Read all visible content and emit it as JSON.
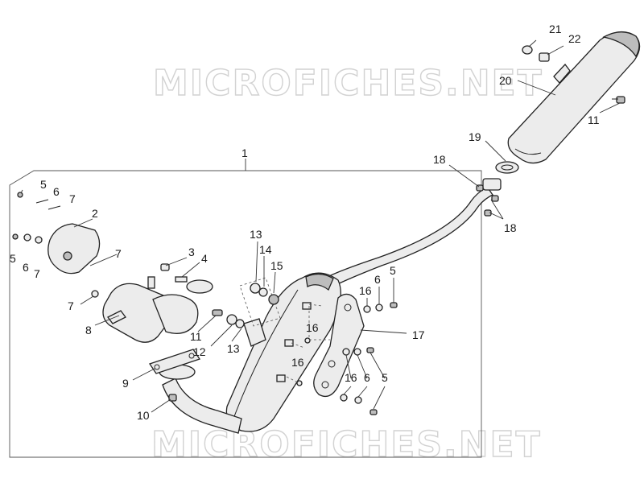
{
  "watermark_top": "MICROFICHES.NET",
  "watermark_bottom": "MICROFICHES.NET",
  "callouts": {
    "c1": "1",
    "c2": "2",
    "c3": "3",
    "c4": "4",
    "c5a": "5",
    "c5b": "5",
    "c5c": "5",
    "c5d": "5",
    "c6a": "6",
    "c6b": "6",
    "c6c": "6",
    "c6d": "6",
    "c7a": "7",
    "c7b": "7",
    "c7c": "7",
    "c7d": "7",
    "c8": "8",
    "c9": "9",
    "c10": "10",
    "c11a": "11",
    "c11b": "11",
    "c12": "12",
    "c13a": "13",
    "c13b": "13",
    "c14": "14",
    "c15": "15",
    "c16a": "16",
    "c16b": "16",
    "c16c": "16",
    "c16d": "16",
    "c17": "17",
    "c18a": "18",
    "c18b": "18",
    "c19": "19",
    "c20": "20",
    "c21": "21",
    "c22": "22"
  }
}
